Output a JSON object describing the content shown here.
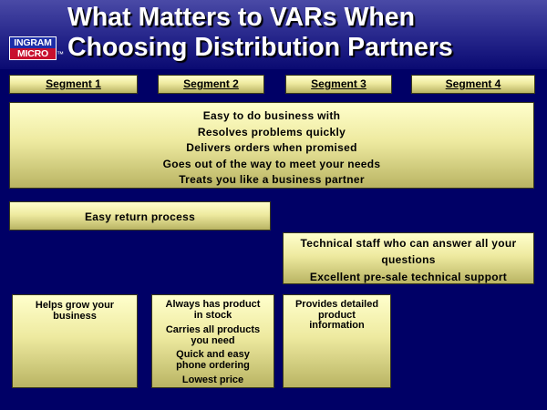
{
  "slide": {
    "title_lines": [
      "What Matters to VARs When",
      "Choosing Distribution Partners"
    ],
    "logo": {
      "top": "INGRAM",
      "bottom": "MICRO",
      "mark": "™"
    }
  },
  "segments": [
    "Segment 1",
    "Segment 2",
    "Segment 3",
    "Segment 4"
  ],
  "all_segments_box": [
    "Easy to do business with",
    "Resolves problems quickly",
    "Delivers orders when promised",
    "Goes out of the way to meet your needs",
    "Treats you like a business partner"
  ],
  "returns_box": [
    "Easy return process"
  ],
  "technical_box": [
    "Technical staff who can answer all your",
    "questions",
    "Excellent pre-sale technical support"
  ],
  "segment1_box": [
    "Helps grow your",
    "business"
  ],
  "segment2_box": [
    "Always has product",
    "in stock",
    "Carries all products",
    "you need",
    "Quick and easy",
    "phone ordering",
    "Lowest price"
  ],
  "segment3_box": [
    "Provides detailed",
    "product",
    "information"
  ]
}
